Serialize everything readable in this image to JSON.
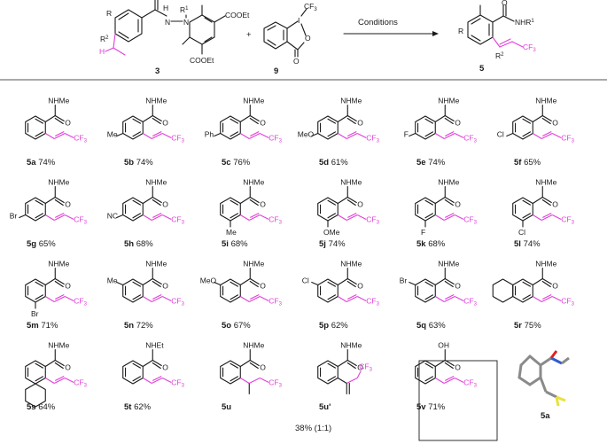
{
  "reaction": {
    "reactant1_label": "3",
    "reactant2_label": "9",
    "product_label": "5",
    "plus": "+",
    "conditions": "Conditions",
    "atoms": {
      "R": "R",
      "R1": "R",
      "R1_sup": "1",
      "R2": "R",
      "R2_sup": "2",
      "H": "H",
      "N": "N",
      "H_amide": "H",
      "O": "O",
      "COOEt_1": "COOEt",
      "COOEt_2": "COOEt",
      "CF3": "CF",
      "CF3_sub": "3",
      "I": "I",
      "NHR1": "NHR",
      "NHR1_sup": "1"
    }
  },
  "products": [
    {
      "id": "5a",
      "yield": "74%",
      "amide": "NHMe",
      "sub": "",
      "sub_pos": ""
    },
    {
      "id": "5b",
      "yield": "74%",
      "amide": "NHMe",
      "sub": "Me",
      "sub_pos": "left"
    },
    {
      "id": "5c",
      "yield": "76%",
      "amide": "NHMe",
      "sub": "Ph",
      "sub_pos": "left"
    },
    {
      "id": "5d",
      "yield": "61%",
      "amide": "NHMe",
      "sub": "MeO",
      "sub_pos": "left"
    },
    {
      "id": "5e",
      "yield": "74%",
      "amide": "NHMe",
      "sub": "F",
      "sub_pos": "left"
    },
    {
      "id": "5f",
      "yield": "65%",
      "amide": "NHMe",
      "sub": "Cl",
      "sub_pos": "left"
    },
    {
      "id": "5g",
      "yield": "65%",
      "amide": "NHMe",
      "sub": "Br",
      "sub_pos": "left"
    },
    {
      "id": "5h",
      "yield": "68%",
      "amide": "NHMe",
      "sub": "NC",
      "sub_pos": "left"
    },
    {
      "id": "5i",
      "yield": "68%",
      "amide": "NHMe",
      "sub": "Me",
      "sub_pos": "bottom"
    },
    {
      "id": "5j",
      "yield": "74%",
      "amide": "NHMe",
      "sub": "OMe",
      "sub_pos": "bottom"
    },
    {
      "id": "5k",
      "yield": "68%",
      "amide": "NHMe",
      "sub": "F",
      "sub_pos": "bottom"
    },
    {
      "id": "5l",
      "yield": "74%",
      "amide": "NHMe",
      "sub": "Cl",
      "sub_pos": "bottom"
    },
    {
      "id": "5m",
      "yield": "71%",
      "amide": "NHMe",
      "sub": "Br",
      "sub_pos": "bottom"
    },
    {
      "id": "5n",
      "yield": "72%",
      "amide": "NHMe",
      "sub": "Me",
      "sub_pos": "top"
    },
    {
      "id": "5o",
      "yield": "67%",
      "amide": "NHMe",
      "sub": "MeO",
      "sub_pos": "top"
    },
    {
      "id": "5p",
      "yield": "62%",
      "amide": "NHMe",
      "sub": "Cl",
      "sub_pos": "top"
    },
    {
      "id": "5q",
      "yield": "63%",
      "amide": "NHMe",
      "sub": "Br",
      "sub_pos": "top"
    },
    {
      "id": "5r",
      "yield": "75%",
      "amide": "NHMe",
      "sub": "",
      "sub_pos": "naphth"
    },
    {
      "id": "5s",
      "yield": "64%",
      "amide": "NHMe",
      "sub": "",
      "sub_pos": "naphth1"
    },
    {
      "id": "5t",
      "yield": "62%",
      "amide": "NHEt",
      "sub": "",
      "sub_pos": ""
    },
    {
      "id": "5u",
      "yield": "",
      "amide": "NHMe",
      "sub": "",
      "sub_pos": "methyl"
    },
    {
      "id": "5u'",
      "yield": "",
      "amide": "NHMe",
      "sub": "",
      "sub_pos": "allyl"
    },
    {
      "id": "5v",
      "yield": "71%",
      "amide": "OH",
      "sub": "",
      "sub_pos": "acid"
    },
    {
      "id": "5a",
      "yield": "",
      "amide": "",
      "sub": "",
      "sub_pos": "xray"
    }
  ],
  "shared_yield": "38% (1:1)",
  "colors": {
    "accent": "#e040d8",
    "ink": "#1a1a1a"
  }
}
